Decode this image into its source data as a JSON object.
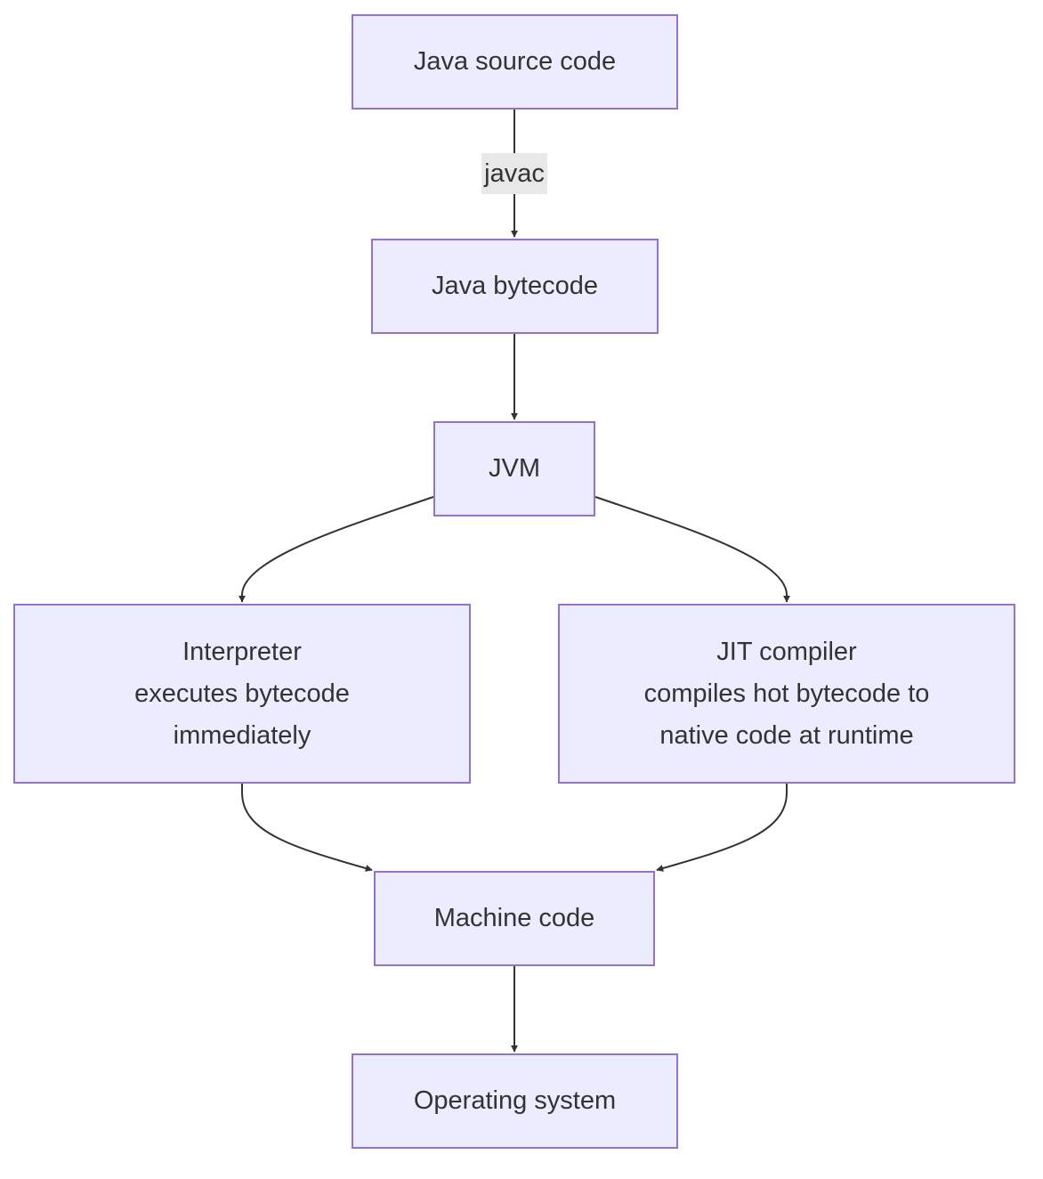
{
  "nodes": {
    "source": {
      "label": "Java source code"
    },
    "bytecode": {
      "label": "Java bytecode"
    },
    "jvm": {
      "label": "JVM"
    },
    "interpreter": {
      "lines": [
        "Interpreter",
        "executes bytecode",
        "immediately"
      ]
    },
    "jit": {
      "lines": [
        "JIT compiler",
        "compiles hot bytecode to",
        "native code at runtime"
      ]
    },
    "machine": {
      "label": "Machine code"
    },
    "os": {
      "label": "Operating system"
    }
  },
  "edges": {
    "source_to_bytecode": {
      "label": "javac"
    }
  },
  "colors": {
    "node_fill": "#ececff",
    "node_border": "#9370db",
    "edge": "#333333",
    "edge_label_bg": "#e8e8e8",
    "text": "#333333"
  }
}
